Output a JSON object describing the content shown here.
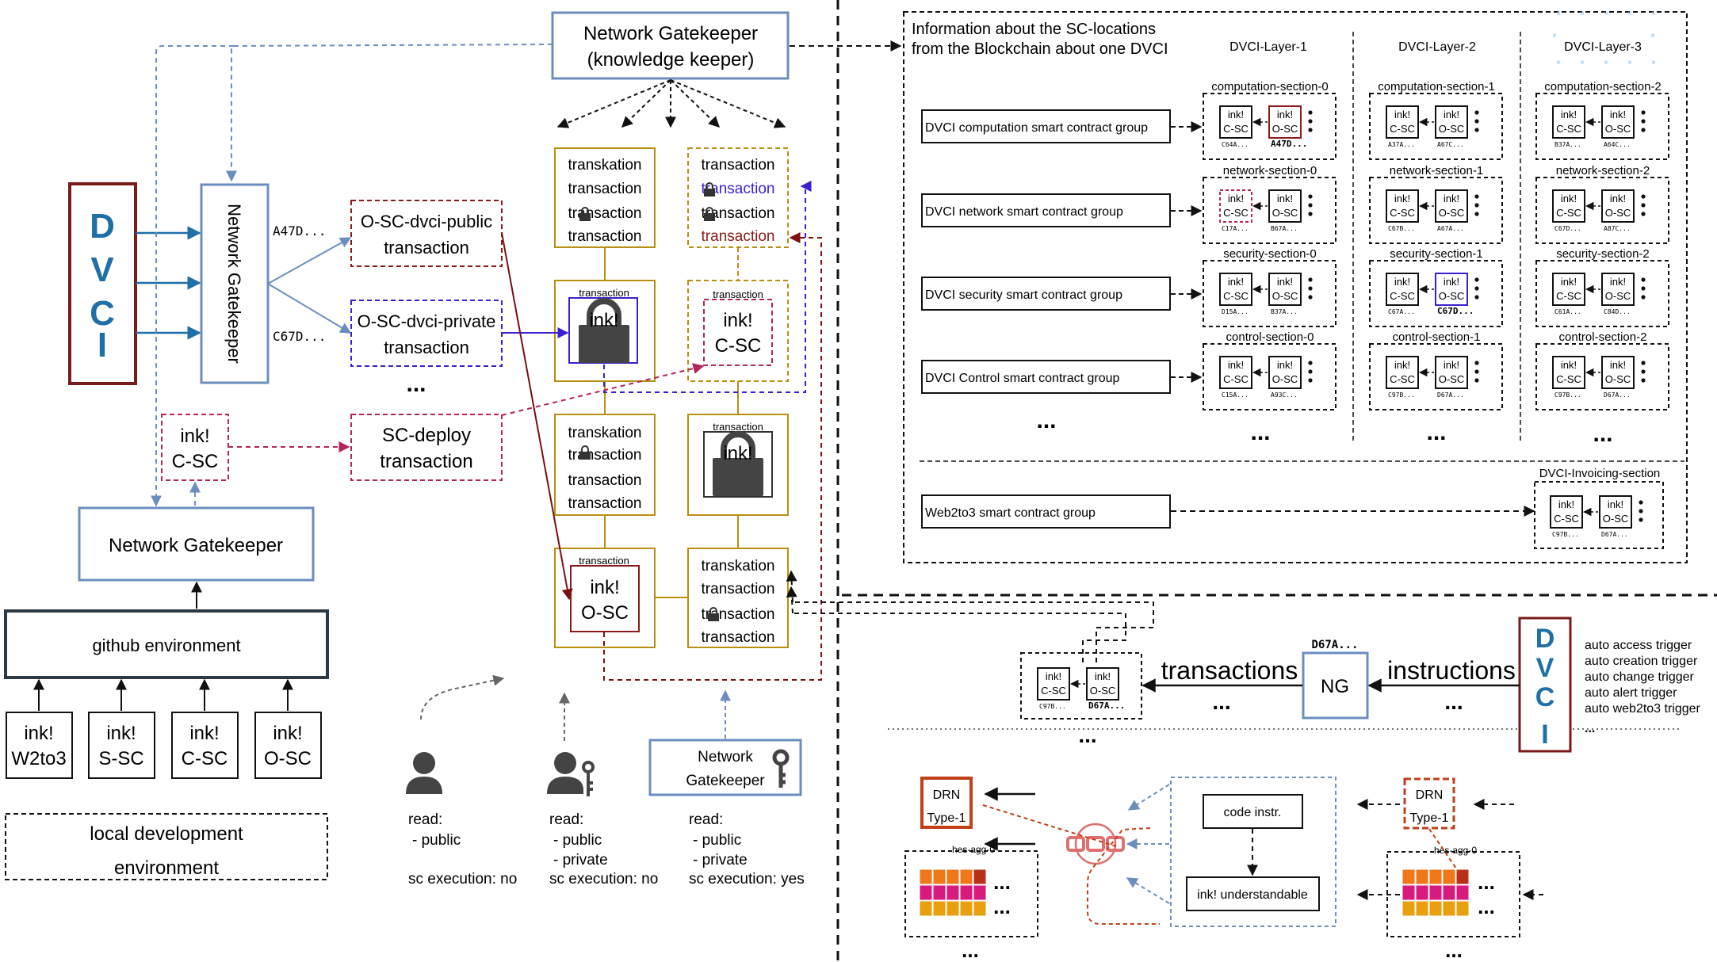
{
  "left": {
    "dvci_letters": [
      "D",
      "V",
      "C",
      "I"
    ],
    "vertical_gatekeeper": "Network Gatekeeper",
    "hash_public": "A47D...",
    "hash_private": "C67D...",
    "public_tx": [
      "O-SC-dvci-public",
      "transaction"
    ],
    "private_tx": [
      "O-SC-dvci-private",
      "transaction"
    ],
    "deploy_tx": [
      "SC-deploy",
      "transaction"
    ],
    "dots": "...",
    "csc_box": [
      "ink!",
      "C-SC"
    ],
    "bottom_gatekeeper": "Network Gatekeeper",
    "github": "github environment",
    "contracts": [
      [
        "ink!",
        "W2to3"
      ],
      [
        "ink!",
        "S-SC"
      ],
      [
        "ink!",
        "C-SC"
      ],
      [
        "ink!",
        "O-SC"
      ]
    ],
    "local_env": [
      "local development",
      "environment"
    ]
  },
  "center": {
    "top_gatekeeper": [
      "Network Gatekeeper",
      "(knowledge keeper)"
    ],
    "block1": [
      "transkation",
      "transaction",
      "transaction",
      "transaction"
    ],
    "block2": [
      "transaction",
      "transaction",
      "transaction",
      "transaction"
    ],
    "block3": [
      "transkation",
      "transaction",
      "transaction",
      "transaction"
    ],
    "block6": [
      "transkation",
      "transaction",
      "transaction",
      "transaction"
    ],
    "lock_label": "transaction",
    "lock_text": "ink!",
    "csc_label": "transaction",
    "csc_text": [
      "ink!",
      "C-SC"
    ],
    "osc_label": "transaction",
    "osc_text": [
      "ink!",
      "O-SC"
    ],
    "gatekeeper_key": [
      "Network",
      "Gatekeeper"
    ],
    "access": [
      {
        "read": "read:",
        "items": [
          "- public"
        ],
        "exec": "sc execution: no"
      },
      {
        "read": "read:",
        "items": [
          "- public",
          "- private"
        ],
        "exec": "sc execution: no"
      },
      {
        "read": "read:",
        "items": [
          "- public",
          "- private"
        ],
        "exec": "sc execution: yes"
      }
    ]
  },
  "right_top": {
    "title": [
      "Information about the SC-locations",
      "from the Blockchain about one DVCI"
    ],
    "layers": [
      "DVCI-Layer-1",
      "DVCI-Layer-2",
      "DVCI-Layer-3"
    ],
    "groups": [
      "DVCI computation smart contract group",
      "DVCI network smart contract group",
      "DVCI security smart contract group",
      "DVCI Control smart contract group"
    ],
    "web_group": "Web2to3 smart contract group",
    "invoicing_section": "DVCI-Invoicing-section",
    "ink": "ink!",
    "csc": "C-SC",
    "osc": "O-SC",
    "dots": "...",
    "sections": [
      [
        "computation-section-0",
        "computation-section-1",
        "computation-section-2"
      ],
      [
        "network-section-0",
        "network-section-1",
        "network-section-2"
      ],
      [
        "security-section-0",
        "security-section-1",
        "security-section-2"
      ],
      [
        "control-section-0",
        "control-section-1",
        "control-section-2"
      ]
    ],
    "hashes": [
      [
        [
          "C64A...",
          "A47D..."
        ],
        [
          "A37A...",
          "A67C..."
        ],
        [
          "B37A...",
          "A64C..."
        ]
      ],
      [
        [
          "C17A...",
          "B67A..."
        ],
        [
          "C67B...",
          "A67A..."
        ],
        [
          "C67D...",
          "A87C..."
        ]
      ],
      [
        [
          "D15A...",
          "B37A..."
        ],
        [
          "C67A...",
          "C67D..."
        ],
        [
          "C61A...",
          "C84D..."
        ]
      ],
      [
        [
          "C15A...",
          "A93C..."
        ],
        [
          "C97B...",
          "D67A..."
        ],
        [
          "C97B...",
          "D67A..."
        ]
      ]
    ],
    "invoice_hashes": [
      "C97B...",
      "D67A..."
    ]
  },
  "right_bottom": {
    "dvci_letters": [
      "D",
      "V",
      "C",
      "I"
    ],
    "triggers": [
      "auto access trigger",
      "auto creation trigger",
      "auto change trigger",
      "auto alert trigger",
      "auto web2to3 trigger",
      "..."
    ],
    "instructions": "instructions",
    "transactions": "transactions",
    "ng": "NG",
    "ng_hash": "D67A...",
    "pair_hashes": [
      "C97B...",
      "D67A..."
    ],
    "ink": "ink!",
    "csc": "C-SC",
    "osc": "O-SC",
    "dots": "...",
    "drn": [
      "DRN",
      "Type-1"
    ],
    "hes_agg": "hes-agg-0",
    "code_instr": "code instr.",
    "ink_understandable": "ink! understandable"
  }
}
